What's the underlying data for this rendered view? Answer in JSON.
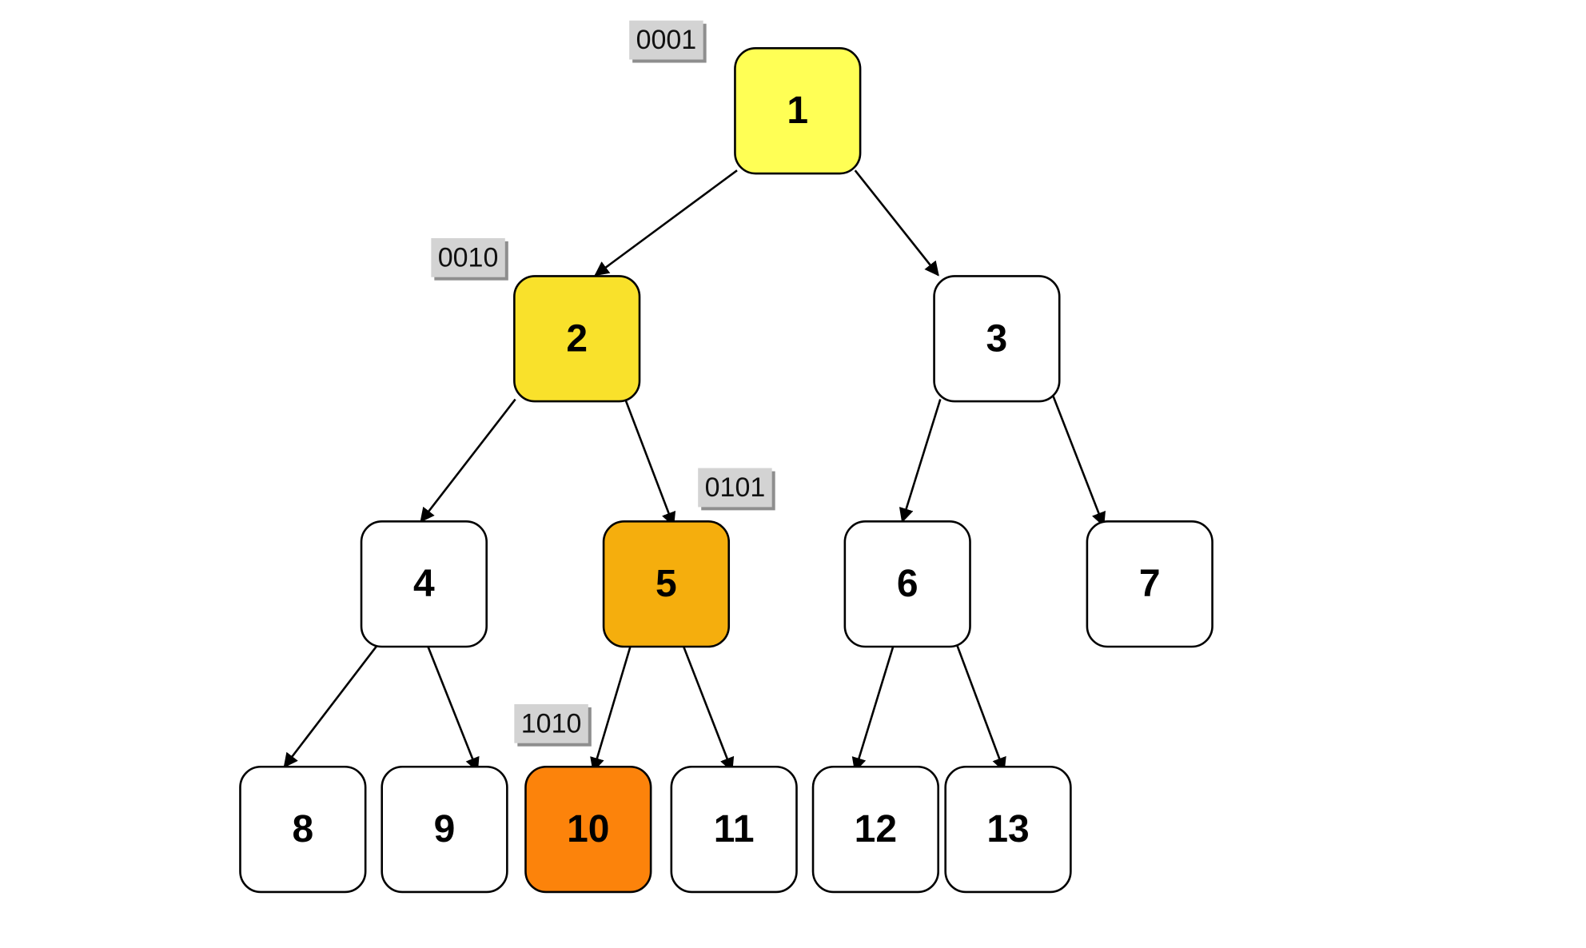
{
  "nodes": [
    {
      "id": "1",
      "label": "1",
      "fill": "#FFFF55"
    },
    {
      "id": "2",
      "label": "2",
      "fill": "#F9E12B"
    },
    {
      "id": "3",
      "label": "3",
      "fill": "#FFFFFF"
    },
    {
      "id": "4",
      "label": "4",
      "fill": "#FFFFFF"
    },
    {
      "id": "5",
      "label": "5",
      "fill": "#F5AE0D"
    },
    {
      "id": "6",
      "label": "6",
      "fill": "#FFFFFF"
    },
    {
      "id": "7",
      "label": "7",
      "fill": "#FFFFFF"
    },
    {
      "id": "8",
      "label": "8",
      "fill": "#FFFFFF"
    },
    {
      "id": "9",
      "label": "9",
      "fill": "#FFFFFF"
    },
    {
      "id": "10",
      "label": "10",
      "fill": "#FC830B"
    },
    {
      "id": "11",
      "label": "11",
      "fill": "#FFFFFF"
    },
    {
      "id": "12",
      "label": "12",
      "fill": "#FFFFFF"
    },
    {
      "id": "13",
      "label": "13",
      "fill": "#FFFFFF"
    }
  ],
  "edges": [
    {
      "from": "1",
      "to": "2"
    },
    {
      "from": "1",
      "to": "3"
    },
    {
      "from": "2",
      "to": "4"
    },
    {
      "from": "2",
      "to": "5"
    },
    {
      "from": "3",
      "to": "6"
    },
    {
      "from": "3",
      "to": "7"
    },
    {
      "from": "4",
      "to": "8"
    },
    {
      "from": "4",
      "to": "9"
    },
    {
      "from": "5",
      "to": "10"
    },
    {
      "from": "5",
      "to": "11"
    },
    {
      "from": "6",
      "to": "12"
    },
    {
      "from": "6",
      "to": "13"
    }
  ],
  "tags": [
    {
      "node": "1",
      "text": "0001"
    },
    {
      "node": "2",
      "text": "0010"
    },
    {
      "node": "5",
      "text": "0101"
    },
    {
      "node": "10",
      "text": "1010"
    }
  ],
  "colors": {
    "tag_fill": "#D3D3D3",
    "tag_shadow": "#8E8E8E",
    "node_stroke": "#000000"
  }
}
